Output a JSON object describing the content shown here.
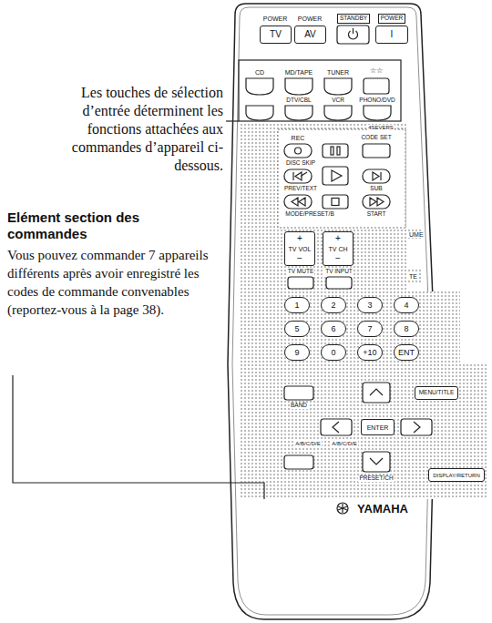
{
  "diagram": {
    "nodes": [
      {
        "text": [
          "TV"
        ]
      },
      {
        "text": [
          "AV"
        ]
      },
      {
        "text": [
          "I"
        ]
      },
      {
        "text": [
          "+",
          "TV VOL",
          "−"
        ]
      },
      {
        "text": [
          "+",
          "TV CH",
          "−"
        ]
      },
      {
        "text": [
          "1"
        ]
      },
      {
        "text": [
          "2"
        ]
      },
      {
        "text": [
          "3"
        ]
      },
      {
        "text": [
          "4"
        ]
      },
      {
        "text": [
          "5"
        ]
      },
      {
        "text": [
          "6"
        ]
      },
      {
        "text": [
          "7"
        ]
      },
      {
        "text": [
          "8"
        ]
      },
      {
        "text": [
          "9"
        ]
      },
      {
        "text": [
          "0"
        ]
      },
      {
        "text": [
          "+10"
        ]
      },
      {
        "text": [
          "ENT"
        ]
      },
      {
        "text": [
          "MENU/TITLE"
        ]
      },
      {
        "text": [
          "ENTER"
        ]
      },
      {
        "text": [
          "DISPLAY/RETURN"
        ]
      }
    ],
    "labels": [
      "Les touches de sélection d’entrée déterminent les fonctions attachées aux commandes d’appareil ci-dessous.",
      "Elément section des commandes",
      "Vous pouvez commander 7 appareils différents après avoir enregistré les codes de commande convenables (reportez-vous à la page 38).",
      "POWER",
      "POWER",
      "STANDBY",
      "POWER",
      "CD",
      "MD/TAPE",
      "TUNER",
      "☆☆",
      "DTV/CBL",
      "VCR",
      "PHONO/DVD",
      "4SEVERS",
      "REC",
      "CODE SET",
      "DISC SKIP",
      "PREV/TEXT",
      "SUB",
      "MODE/PRESET/B",
      "START",
      "UME",
      "TE",
      "TV MUTE",
      "TV INPUT",
      "BAND",
      "A/B/C/D/E",
      "A/B/C/D/E",
      "PRESET/CH",
      "YAMAHA"
    ]
  }
}
